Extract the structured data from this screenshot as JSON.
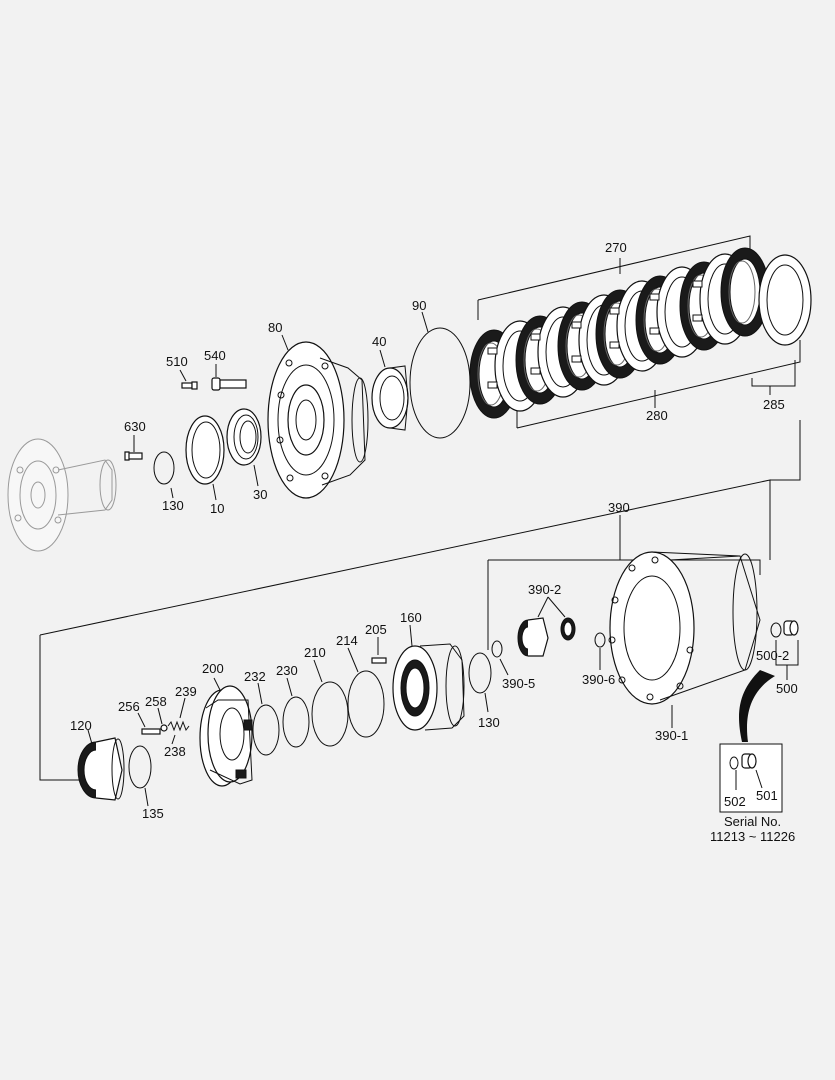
{
  "labels": {
    "p10": "10",
    "p30": "30",
    "p40": "40",
    "p80": "80",
    "p90": "90",
    "p120": "120",
    "p130a": "130",
    "p130b": "130",
    "p135": "135",
    "p160": "160",
    "p200": "200",
    "p205": "205",
    "p210": "210",
    "p214": "214",
    "p230": "230",
    "p232": "232",
    "p238": "238",
    "p239": "239",
    "p256": "256",
    "p258": "258",
    "p270": "270",
    "p280": "280",
    "p285": "285",
    "p390": "390",
    "p390_1": "390-1",
    "p390_2": "390-2",
    "p390_5": "390-5",
    "p390_6": "390-6",
    "p500": "500",
    "p500_2": "500-2",
    "p501": "501",
    "p502": "502",
    "p510": "510",
    "p540": "540",
    "p630": "630"
  },
  "serial": {
    "title": "Serial No.",
    "range": "11213 ~ 11226"
  }
}
